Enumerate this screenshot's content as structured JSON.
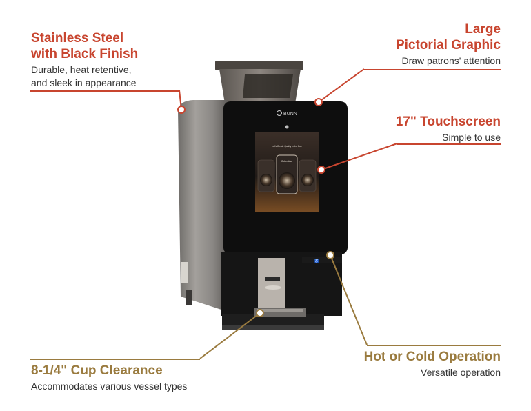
{
  "colors": {
    "red": "#c8452f",
    "gold": "#9a7b3f",
    "machine_body": "#8e8b88",
    "machine_front": "#111111",
    "screen_bg": "#2a2420"
  },
  "callouts": {
    "stainless": {
      "title": "Stainless Steel\nwith Black Finish",
      "desc": "Durable, heat retentive,\nand sleek in appearance"
    },
    "pictorial": {
      "title": "Large\nPictorial Graphic",
      "desc": "Draw patrons' attention"
    },
    "touchscreen": {
      "title": "17\" Touchscreen",
      "desc": "Simple to use"
    },
    "cup": {
      "title": "8-1/4\" Cup Clearance",
      "desc": "Accommodates various vessel types"
    },
    "hotcold": {
      "title": "Hot or Cold Operation",
      "desc": "Versatile operation"
    }
  },
  "machine": {
    "brand": "BUNN",
    "screen_heading": "Let's Create Quality in the Cup",
    "screen_center_label": "Columbian"
  }
}
